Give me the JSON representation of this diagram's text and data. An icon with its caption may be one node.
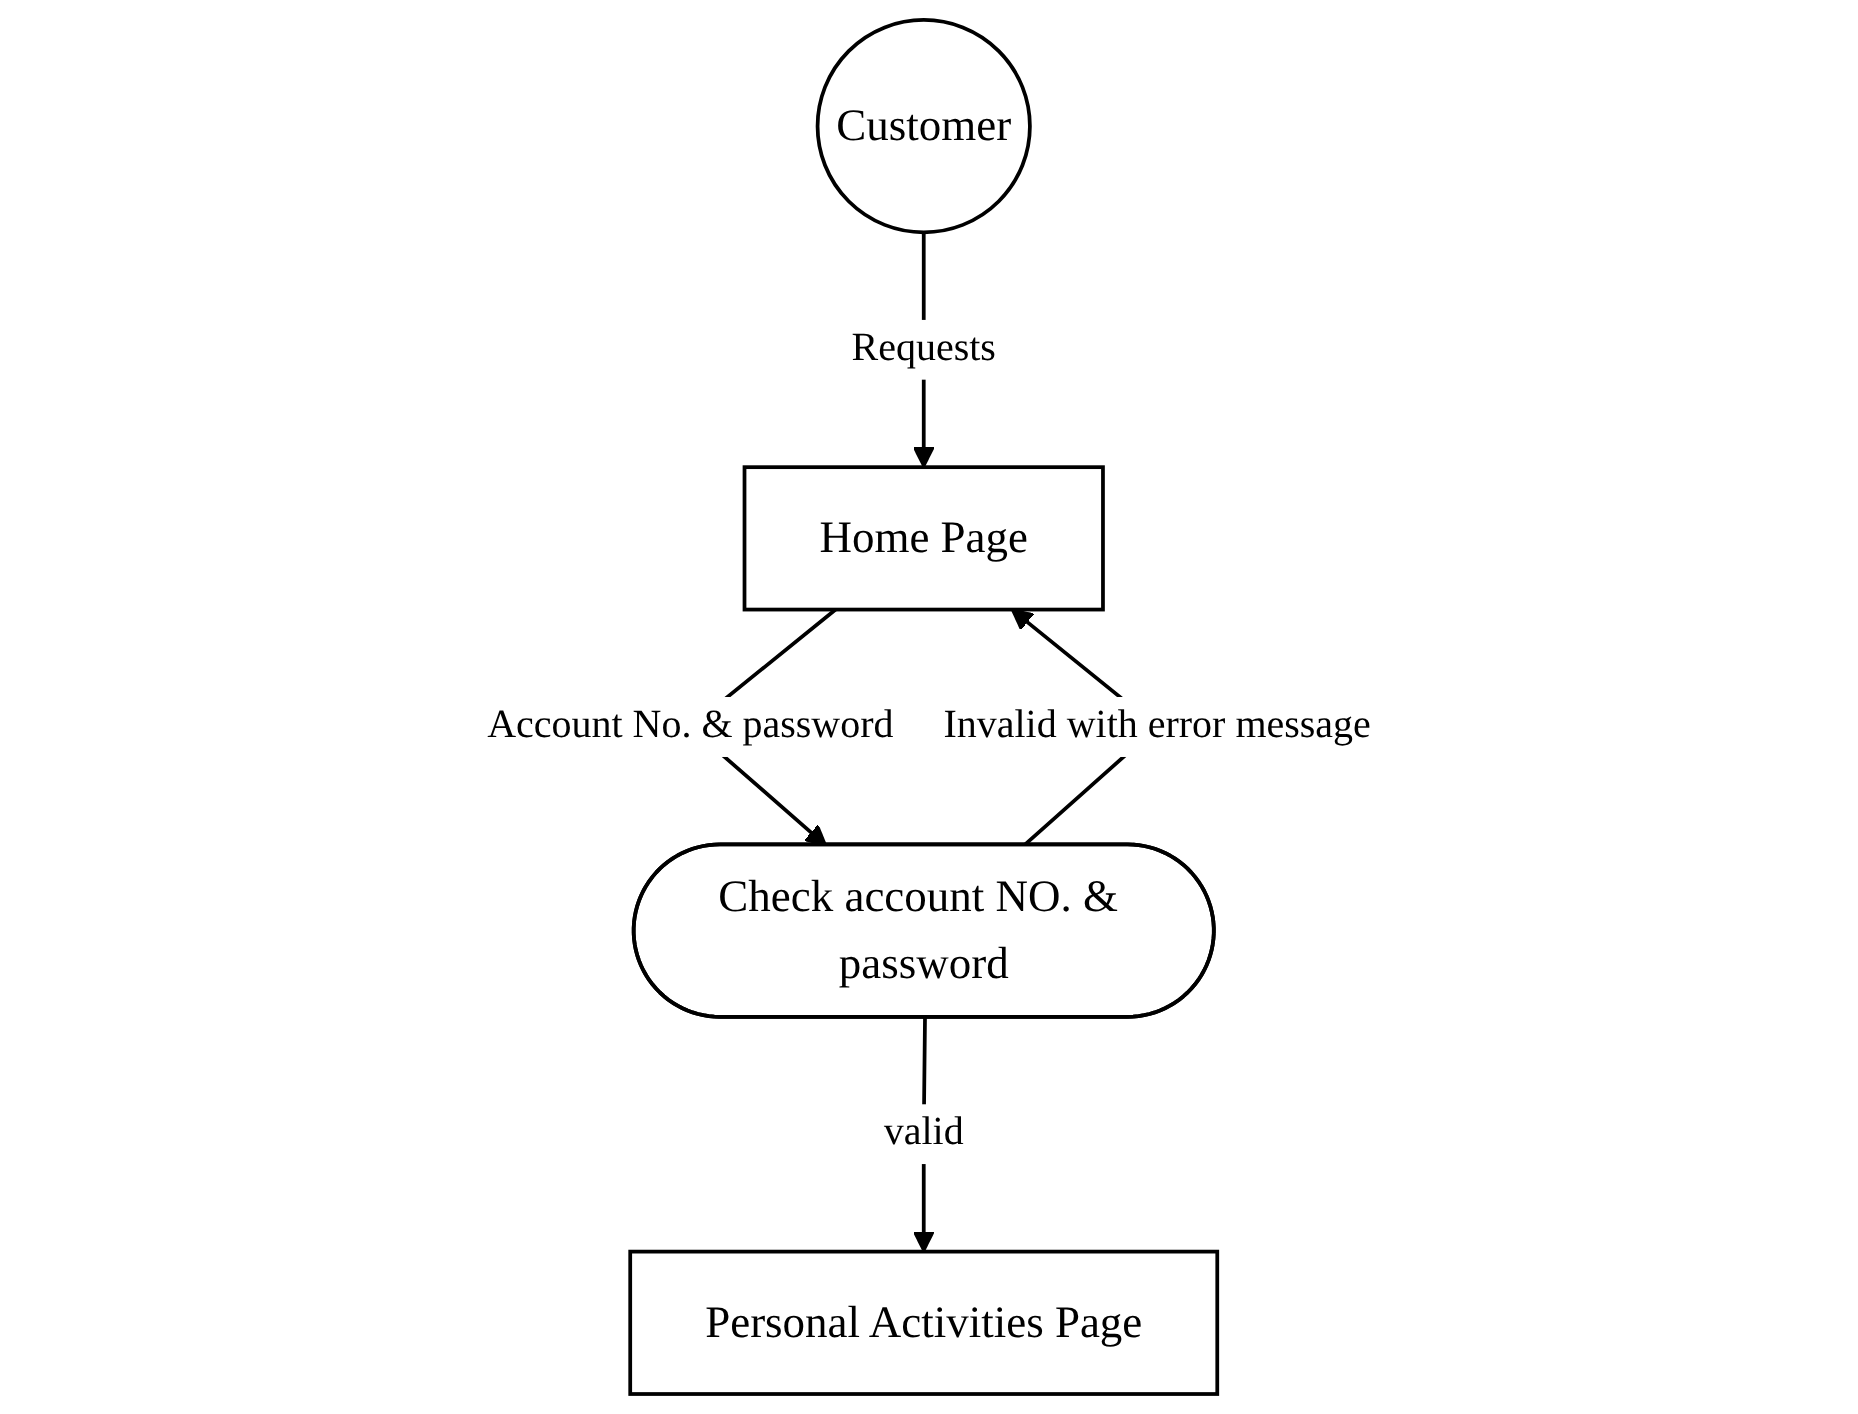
{
  "diagram": {
    "nodes": [
      {
        "text": [
          "Customer"
        ]
      },
      {
        "text": [
          "Home Page"
        ]
      },
      {
        "text": [
          "Check account NO. & password"
        ]
      },
      {
        "text": [
          "Personal Activities Page"
        ]
      }
    ],
    "edges": [
      {
        "from": 0,
        "to": 1,
        "arrow": "to",
        "label": "Requests"
      },
      {
        "from": 1,
        "to": 2,
        "arrow": "to",
        "label": "Account No. & password"
      },
      {
        "from": 2,
        "to": 1,
        "arrow": "to",
        "label": "Invalid with error message"
      },
      {
        "from": 2,
        "to": 3,
        "arrow": "to",
        "label": "valid"
      }
    ]
  }
}
